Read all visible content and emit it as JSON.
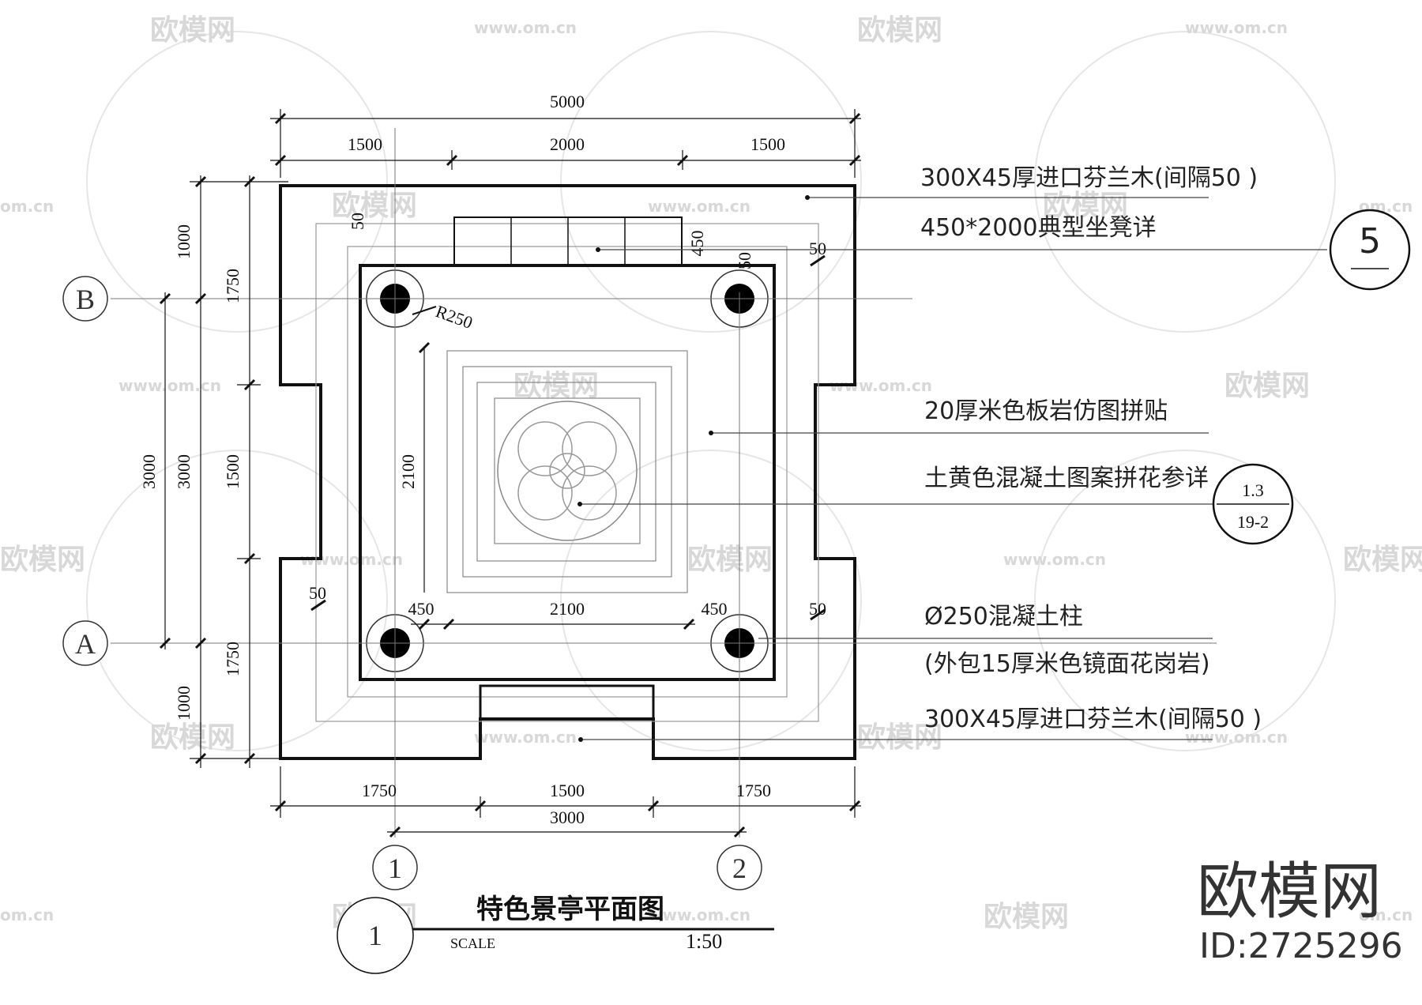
{
  "drawing": {
    "title": "特色景亭平面图",
    "scale_label": "SCALE",
    "scale_value": "1:50",
    "title_marker": "1",
    "dimensions": {
      "top_total": "5000",
      "top_left": "1500",
      "top_mid": "2000",
      "top_right": "1500",
      "bottom_left": "1750",
      "bottom_mid": "1500",
      "bottom_right": "1750",
      "bottom_axis": "3000",
      "left_outer_top": "1000",
      "left_outer_bottom": "1000",
      "left_mid_top": "1750",
      "left_mid_center": "1500",
      "left_mid_bottom": "1750",
      "left_axis_a": "3000",
      "left_axis_b": "3000",
      "inner_vertical": "2100",
      "inner_horizontal": "2100",
      "inner_left_offset": "450",
      "inner_right_offset": "450",
      "bench_depth": "450",
      "gap_50_a": "50",
      "gap_50_b": "50",
      "gap_50_c": "50",
      "gap_50_d": "50",
      "gap_50_e": "50",
      "radius": "R250"
    },
    "axes": {
      "row_b": "B",
      "row_a": "A",
      "col_1": "1",
      "col_2": "2"
    },
    "notes": {
      "n1": "300X45厚进口芬兰木(间隔50 )",
      "n2": "450*2000典型坐凳详",
      "n3": "20厚米色板岩仿图拼贴",
      "n4": "土黄色混凝土图案拼花参详",
      "n5": "Ø250混凝土柱",
      "n6": "(外包15厚米色镜面花岗岩)",
      "n7": "300X45厚进口芬兰木(间隔50 )"
    },
    "callouts": {
      "c5": "5",
      "c13_top": "1.3",
      "c13_bottom": "19-2"
    }
  },
  "watermark": {
    "brand": "欧模网",
    "url": "www.om.cn",
    "short_url": "om.cn",
    "big_brand": "欧模网",
    "id": "ID:2725296"
  }
}
